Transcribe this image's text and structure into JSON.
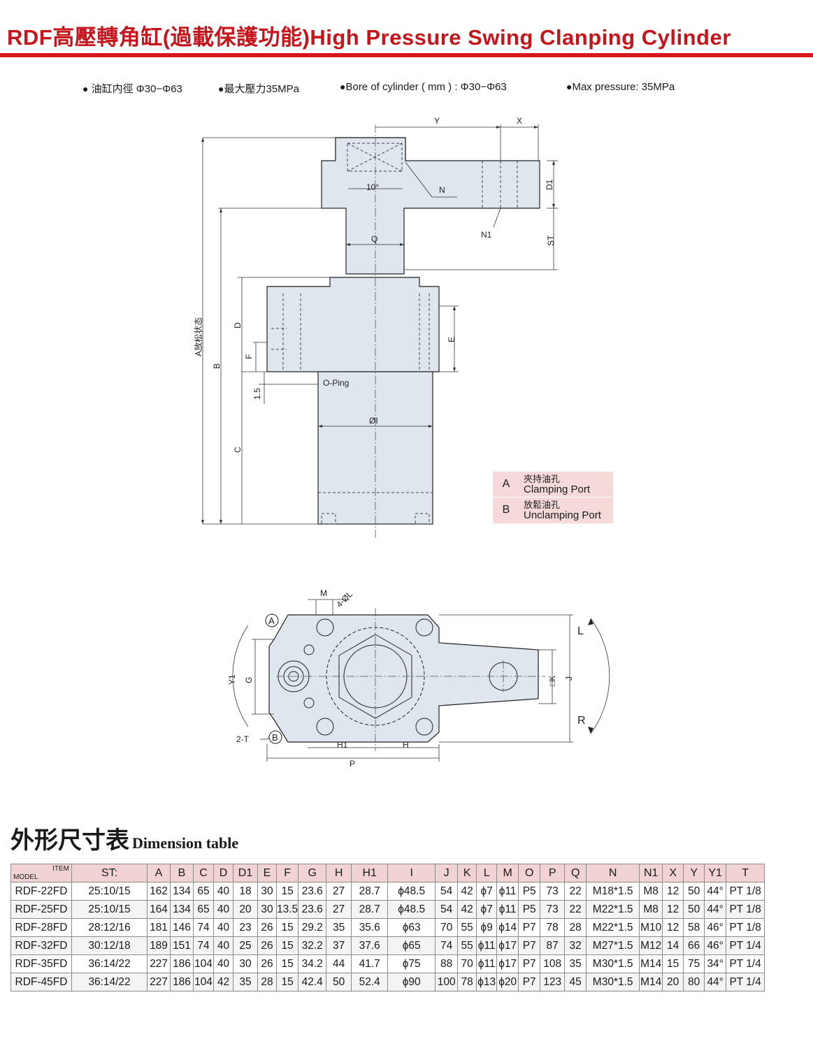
{
  "header": {
    "title": "RDF高壓轉角缸(過載保護功能)High Pressure Swing Clanping Cylinder",
    "accent_color": "#c4161c"
  },
  "specs": [
    {
      "icon": "bullet-dot-icon",
      "text": "油缸内徑 Φ30−Φ63"
    },
    {
      "icon": "bullet-dot-icon",
      "text": "最大壓力35MPa"
    },
    {
      "icon": "bullet-dot-icon",
      "text": "Bore of cylinder ( mm ) : Φ30−Φ63"
    },
    {
      "icon": "bullet-dot-icon",
      "text": "Max pressure: 35MPa"
    }
  ],
  "drawing_top": {
    "labels": {
      "y": "Y",
      "x": "X",
      "d1": "D1",
      "n": "N",
      "angle": "10°",
      "n1": "N1",
      "st": "ST",
      "q": "Q",
      "d": "D",
      "e": "E",
      "f": "F",
      "b": "B",
      "a": "A放松状态",
      "h15": "1.5",
      "oring": "O-Ping",
      "phi_i": "ØI",
      "c": "C"
    }
  },
  "legend": {
    "rows": [
      {
        "letter": "A",
        "cn": "夾持油孔",
        "en": "Clamping Port"
      },
      {
        "letter": "B",
        "cn": "放鬆油孔",
        "en": "Unclamping Port"
      }
    ]
  },
  "drawing_bottom": {
    "labels": {
      "m": "M",
      "phi_l": "4-ØL",
      "a": "A",
      "b": "B",
      "y1": "Y1",
      "g": "G",
      "two_t": "2-T",
      "h1": "H1",
      "h": "H",
      "p": "P",
      "k": "□K",
      "j": "J",
      "l": "L",
      "r": "R"
    }
  },
  "table": {
    "title_cn": "外形尺寸表",
    "title_en": "Dimension table",
    "corner_item": "ITEM",
    "corner_model": "MODEL",
    "headers": [
      "ST:",
      "A",
      "B",
      "C",
      "D",
      "D1",
      "E",
      "F",
      "G",
      "H",
      "H1",
      "I",
      "J",
      "K",
      "L",
      "M",
      "O",
      "P",
      "Q",
      "N",
      "N1",
      "X",
      "Y",
      "Y1",
      "T"
    ],
    "rows": [
      [
        "RDF-22FD",
        "25:10/15",
        "162",
        "134",
        "65",
        "40",
        "18",
        "30",
        "15",
        "23.6",
        "27",
        "28.7",
        "ϕ48.5",
        "54",
        "42",
        "ϕ7",
        "ϕ11",
        "P5",
        "73",
        "22",
        "M18*1.5",
        "M8",
        "12",
        "50",
        "44°",
        "PT 1/8"
      ],
      [
        "RDF-25FD",
        "25:10/15",
        "164",
        "134",
        "65",
        "40",
        "20",
        "30",
        "13.5",
        "23.6",
        "27",
        "28.7",
        "ϕ48.5",
        "54",
        "42",
        "ϕ7",
        "ϕ11",
        "P5",
        "73",
        "22",
        "M22*1.5",
        "M8",
        "12",
        "50",
        "44°",
        "PT 1/8"
      ],
      [
        "RDF-28FD",
        "28:12/16",
        "181",
        "146",
        "74",
        "40",
        "23",
        "26",
        "15",
        "29.2",
        "35",
        "35.6",
        "ϕ63",
        "70",
        "55",
        "ϕ9",
        "ϕ14",
        "P7",
        "78",
        "28",
        "M22*1.5",
        "M10",
        "12",
        "58",
        "46°",
        "PT 1/8"
      ],
      [
        "RDF-32FD",
        "30:12/18",
        "189",
        "151",
        "74",
        "40",
        "25",
        "26",
        "15",
        "32.2",
        "37",
        "37.6",
        "ϕ65",
        "74",
        "55",
        "ϕ11",
        "ϕ17",
        "P7",
        "87",
        "32",
        "M27*1.5",
        "M12",
        "14",
        "66",
        "46°",
        "PT 1/4"
      ],
      [
        "RDF-35FD",
        "36:14/22",
        "227",
        "186",
        "104",
        "40",
        "30",
        "26",
        "15",
        "34.2",
        "44",
        "41.7",
        "ϕ75",
        "88",
        "70",
        "ϕ11",
        "ϕ17",
        "P7",
        "108",
        "35",
        "M30*1.5",
        "M14",
        "15",
        "75",
        "34°",
        "PT 1/4"
      ],
      [
        "RDF-45FD",
        "36:14/22",
        "227",
        "186",
        "104",
        "42",
        "35",
        "28",
        "15",
        "42.4",
        "50",
        "52.4",
        "ϕ90",
        "100",
        "78",
        "ϕ13",
        "ϕ20",
        "P7",
        "123",
        "45",
        "M30*1.5",
        "M14",
        "20",
        "80",
        "44°",
        "PT 1/4"
      ]
    ]
  }
}
